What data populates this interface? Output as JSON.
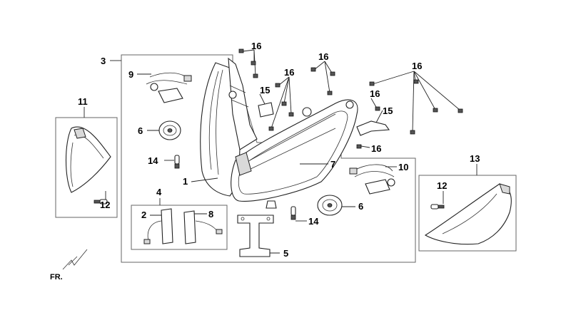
{
  "callouts": {
    "c1": "1",
    "c2": "2",
    "c3": "3",
    "c4": "4",
    "c5": "5",
    "c6a": "6",
    "c6b": "6",
    "c7": "7",
    "c8": "8",
    "c9": "9",
    "c10": "10",
    "c11": "11",
    "c12a": "12",
    "c12b": "12",
    "c13": "13",
    "c14a": "14",
    "c14b": "14",
    "c15a": "15",
    "c15b": "15",
    "c16a": "16",
    "c16b": "16",
    "c16c": "16",
    "c16d": "16",
    "c16e": "16",
    "c16f": "16"
  },
  "orientation_label": "FR.",
  "colors": {
    "line": "#222222",
    "box": "#666666",
    "shade": "#d9d9d9"
  }
}
